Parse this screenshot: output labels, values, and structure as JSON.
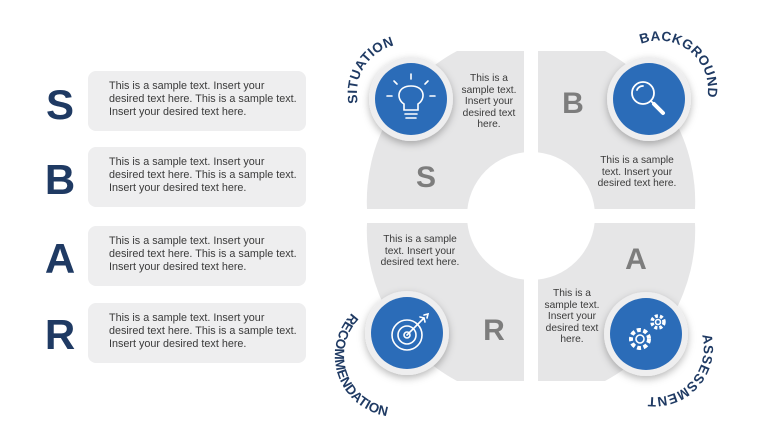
{
  "left_panel": {
    "items": [
      {
        "letter": "S",
        "text": "This is a sample text. Insert your desired text here. This is a sample text. Insert your desired text here."
      },
      {
        "letter": "B",
        "text": "This is a sample text. Insert your desired text here. This is a sample text. Insert your desired text here."
      },
      {
        "letter": "A",
        "text": "This is a sample text. Insert your desired text here. This is a sample text. Insert your desired text here."
      },
      {
        "letter": "R",
        "text": "This is a sample text. Insert your desired text here. This is a sample text. Insert your desired text here."
      }
    ]
  },
  "diagram": {
    "quadrants": [
      {
        "label": "SITUATION",
        "letter": "S",
        "icon": "lightbulb-icon",
        "text": "This is a sample text. Insert your desired text here."
      },
      {
        "label": "BACKGROUND",
        "letter": "B",
        "icon": "magnifier-icon",
        "text": "This is a sample text. Insert your desired text here."
      },
      {
        "label": "ASSESSMENT",
        "letter": "A",
        "icon": "gears-icon",
        "text": "This is a sample text. Insert your desired text here."
      },
      {
        "label": "RECOMMENDATION",
        "letter": "R",
        "icon": "target-icon",
        "text": "This is a sample text. Insert your desired text here."
      }
    ]
  },
  "colors": {
    "accent": "#2b6cb8",
    "navy": "#1f3a63",
    "panel_gray": "#eeeeef",
    "ring_gray": "#e6e6e7",
    "letter_gray": "#7d7d7d"
  }
}
